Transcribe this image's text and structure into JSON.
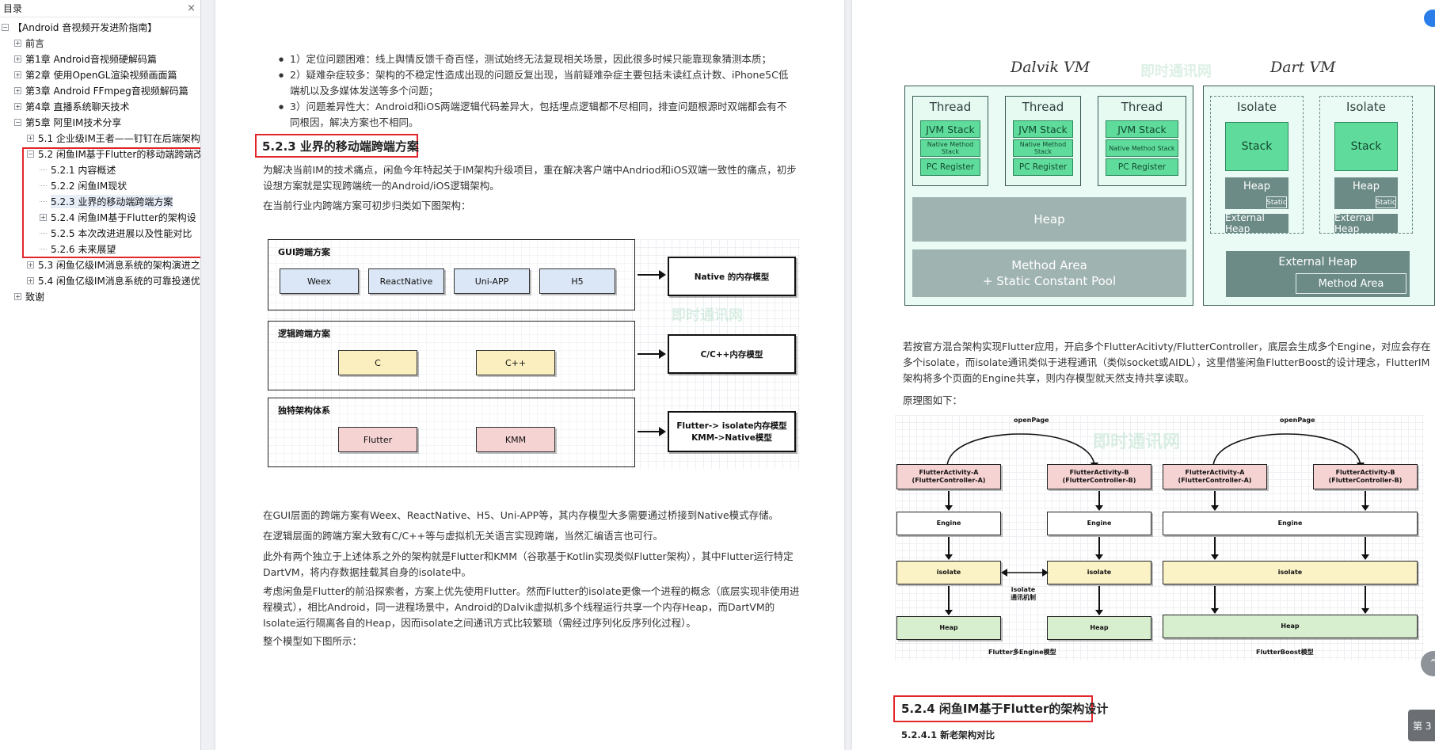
{
  "sidebar": {
    "title": "目录",
    "close": "×",
    "items": [
      {
        "label": "【Android 音视频开发进阶指南】",
        "level": 0,
        "exp": "−"
      },
      {
        "label": "前言",
        "level": 1,
        "exp": "+"
      },
      {
        "label": "第1章 Android音视频硬解码篇",
        "level": 1,
        "exp": "+"
      },
      {
        "label": "第2章 使用OpenGL渲染视频画面篇",
        "level": 1,
        "exp": "+"
      },
      {
        "label": "第3章 Android FFmpeg音视频解码篇",
        "level": 1,
        "exp": "+"
      },
      {
        "label": "第4章 直播系统聊天技术",
        "level": 1,
        "exp": "+"
      },
      {
        "label": "第5章 阿里IM技术分享",
        "level": 1,
        "exp": "−"
      },
      {
        "label": "5.1 企业级IM王者——钉钉在后端架构",
        "level": 2,
        "exp": "+"
      },
      {
        "label": "5.2 闲鱼IM基于Flutter的移动端跨端改",
        "level": 2,
        "exp": "−"
      },
      {
        "label": "5.2.1 内容概述",
        "level": 3,
        "exp": ""
      },
      {
        "label": "5.2.2 闲鱼IM现状",
        "level": 3,
        "exp": ""
      },
      {
        "label": "5.2.3 业界的移动端跨端方案",
        "level": 3,
        "exp": "",
        "selected": true
      },
      {
        "label": "5.2.4 闲鱼IM基于Flutter的架构设",
        "level": 3,
        "exp": "+"
      },
      {
        "label": "5.2.5 本次改进进展以及性能对比",
        "level": 3,
        "exp": ""
      },
      {
        "label": "5.2.6 未来展望",
        "level": 3,
        "exp": ""
      },
      {
        "label": "5.3 闲鱼亿级IM消息系统的架构演进之",
        "level": 2,
        "exp": "+"
      },
      {
        "label": "5.4 闲鱼亿级IM消息系统的可靠投递优",
        "level": 2,
        "exp": "+"
      },
      {
        "label": "致谢",
        "level": 1,
        "exp": "+"
      }
    ]
  },
  "page1": {
    "bullets": [
      "1）定位问题困难：线上舆情反馈千奇百怪，测试始终无法复现相关场景，因此很多时候只能靠现象猜测本质；",
      "2）疑难杂症较多：架构的不稳定性造成出现的问题反复出现，当前疑难杂症主要包括未读红点计数、iPhone5C低端机以及多媒体发送等多个问题；",
      "3）问题差异性大：Android和iOS两端逻辑代码差异大，包括埋点逻辑都不尽相同，排查问题根源时双端都会有不同根因，解决方案也不相同。"
    ],
    "heading": "5.2.3 业界的移动端跨端方案",
    "intro1": "为解决当前IM的技术痛点，闲鱼今年特起关于IM架构升级项目，重在解决客户端中Andriod和iOS双端一致性的痛点，初步设想方案就是实现跨端统一的Android/iOS逻辑架构。",
    "intro2": "在当前行业内跨端方案可初步归类如下图架构：",
    "diagram": {
      "groups": [
        {
          "title": "GUI跨端方案",
          "chips": [
            "Weex",
            "ReactNative",
            "Uni-APP",
            "H5"
          ],
          "target": "Native 的内存模型"
        },
        {
          "title": "逻辑跨端方案",
          "chips": [
            "C",
            "C++"
          ],
          "target": "C/C++内存模型"
        },
        {
          "title": "独特架构体系",
          "chips": [
            "Flutter",
            "KMM"
          ],
          "target1": "Flutter-> isolate内存模型",
          "target2": "KMM->Native模型"
        }
      ],
      "watermark": "即时通讯网"
    },
    "para1": "在GUI层面的跨端方案有Weex、ReactNative、H5、Uni-APP等，其内存模型大多需要通过桥接到Native模式存储。",
    "para2": "在逻辑层面的跨端方案大致有C/C++等与虚拟机无关语言实现跨端，当然汇编语言也可行。",
    "para3": "此外有两个独立于上述体系之外的架构就是Flutter和KMM（谷歌基于Kotlin实现类似Flutter架构），其中Flutter运行特定DartVM，将内存数据挂载其自身的isolate中。",
    "para4": "考虑闲鱼是Flutter的前沿探索者，方案上优先使用Flutter。然而Flutter的isolate更像一个进程的概念（底层实现非使用进程模式），相比Android，同一进程场景中，Android的Dalvik虚拟机多个线程运行共享一个内存Heap，而DartVM的Isolate运行隔离各自的Heap，因而isolate之间通讯方式比较繁琐（需经过序列化反序列化过程）。",
    "para5": "整个模型如下图所示："
  },
  "page2": {
    "vm": {
      "dalvik_title": "Dalvik VM",
      "dart_title": "Dart VM",
      "thread": "Thread",
      "jvm_stack": "JVM Stack",
      "native_stack": "Native Method Stack",
      "pc_register": "PC Register",
      "heap": "Heap",
      "method_area_1": "Method Area",
      "method_area_2": "+ Static Constant Pool",
      "isolate": "Isolate",
      "stack": "Stack",
      "static": "Static",
      "external_heap": "External Heap",
      "method_area": "Method Area",
      "watermark": "即时通讯网"
    },
    "para1": "若按官方混合架构实现Flutter应用，开启多个FlutterAcitivty/FlutterController，底层会生成多个Engine，对应会存在多个isolate，而isolate通讯类似于进程通讯（类似socket或AIDL），这里借鉴闲鱼FlutterBoost的设计理念，FlutterIM架构将多个页面的Engine共享，则内存模型就天然支持共享读取。",
    "para2": "原理图如下：",
    "flow": {
      "open_page": "openPage",
      "activity_a_1": "FlutterActivity-A",
      "activity_a_2": "(FlutterController-A)",
      "activity_b_1": "FlutterActivity-B",
      "activity_b_2": "(FlutterController-B)",
      "engine": "Engine",
      "isolate": "isolate",
      "heap": "Heap",
      "isolate_comm_1": "isolate",
      "isolate_comm_2": "通讯机制",
      "caption_left": "Flutter多Engine模型",
      "caption_right": "FlutterBoost模型"
    },
    "heading": "5.2.4 闲鱼IM基于Flutter的架构设计",
    "subheading": "5.2.4.1 新老架构对比",
    "page_indicator": "第 3"
  }
}
